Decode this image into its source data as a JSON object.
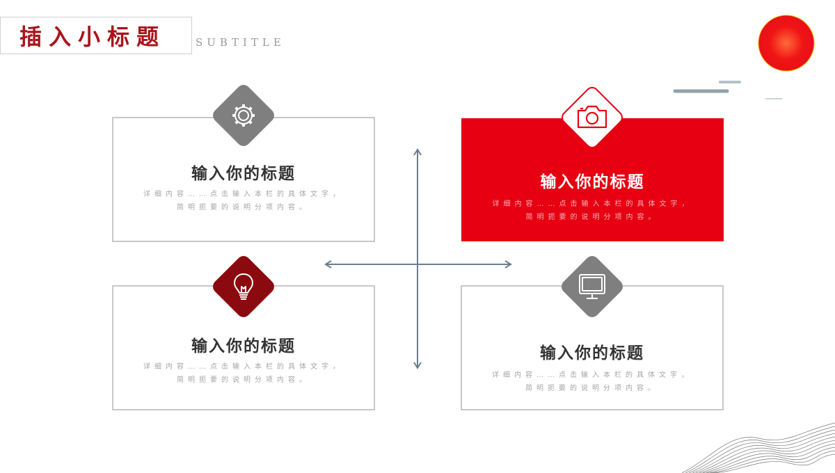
{
  "header": {
    "title": "插入小标题",
    "subtitle": "SUBTITLE"
  },
  "cards": [
    {
      "title": "输入你的标题",
      "body": "详细内容……点击输入本栏的具体文字，简明扼要的说明分项内容。",
      "icon": "gear-icon"
    },
    {
      "title": "输入你的标题",
      "body": "详细内容……点击输入本栏的具体文字，简明扼要的说明分项内容。",
      "icon": "camera-icon"
    },
    {
      "title": "输入你的标题",
      "body": "详细内容……点击输入本栏的具体文字，简明扼要的说明分项内容。",
      "icon": "lightbulb-icon"
    },
    {
      "title": "输入你的标题",
      "body": "详细内容……点击输入本栏的具体文字，简明扼要的说明分项内容。",
      "icon": "monitor-icon"
    }
  ],
  "colors": {
    "accent_red": "#e60012",
    "dark_red": "#8b0a0f",
    "title_red": "#a8141c",
    "gray": "#7f7f7f",
    "arrow": "#6b7d8c"
  }
}
